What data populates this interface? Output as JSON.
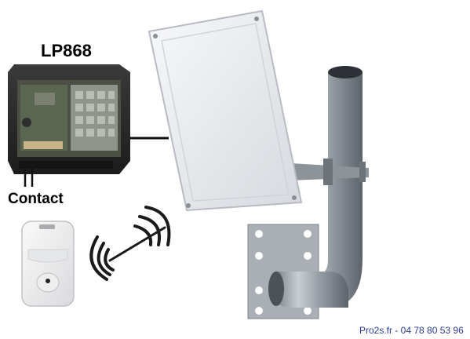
{
  "receiver": {
    "label": "LP868"
  },
  "contact": {
    "label": "Contact"
  },
  "footer": {
    "text": "Pro2s.fr - 04 78 80 53 96"
  },
  "colors": {
    "footer_text": "#2c3e8f",
    "antenna_panel": "#eceef2",
    "bracket_metal": "#9aa1a8",
    "receiver_box": "#2a2a2a"
  },
  "icons": [
    "receiver-box-icon",
    "antenna-panel-icon",
    "mounting-bracket-icon",
    "remote-badge-icon",
    "radio-waves-icon"
  ]
}
